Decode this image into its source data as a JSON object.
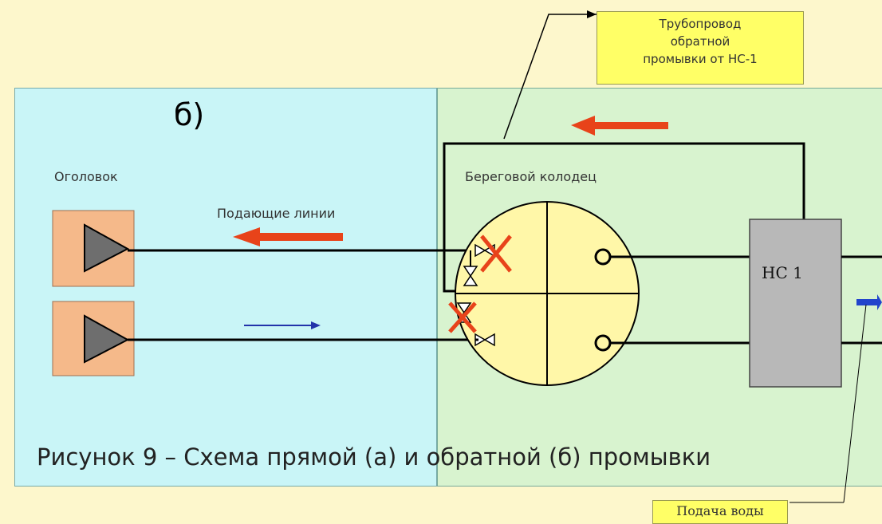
{
  "diagram": {
    "variant_letter": "б)",
    "intake_head_label": "Оголовок",
    "supply_lines_label": "Подающие линии",
    "shore_well_label": "Береговой колодец",
    "backwash_pipe_label_lines": [
      "Трубопровод",
      "обратной",
      "промывки от НС-1"
    ],
    "pump_station_label": "НС 1",
    "water_supply_label": "Подача воды",
    "caption": "Рисунок 9 – Схема прямой (а) и обратной (б) промывки"
  },
  "colors": {
    "left_panel": "#c9f5f7",
    "right_panel": "#d8f3cf",
    "background": "#fdf7cc",
    "label_box": "#ffff66",
    "intake_box": "#f5b98a",
    "well_fill": "#fff7a8",
    "pump_station": "#b8b8b8",
    "flow_arrow_red": "#e8431a",
    "flow_arrow_blue": "#2233aa"
  }
}
